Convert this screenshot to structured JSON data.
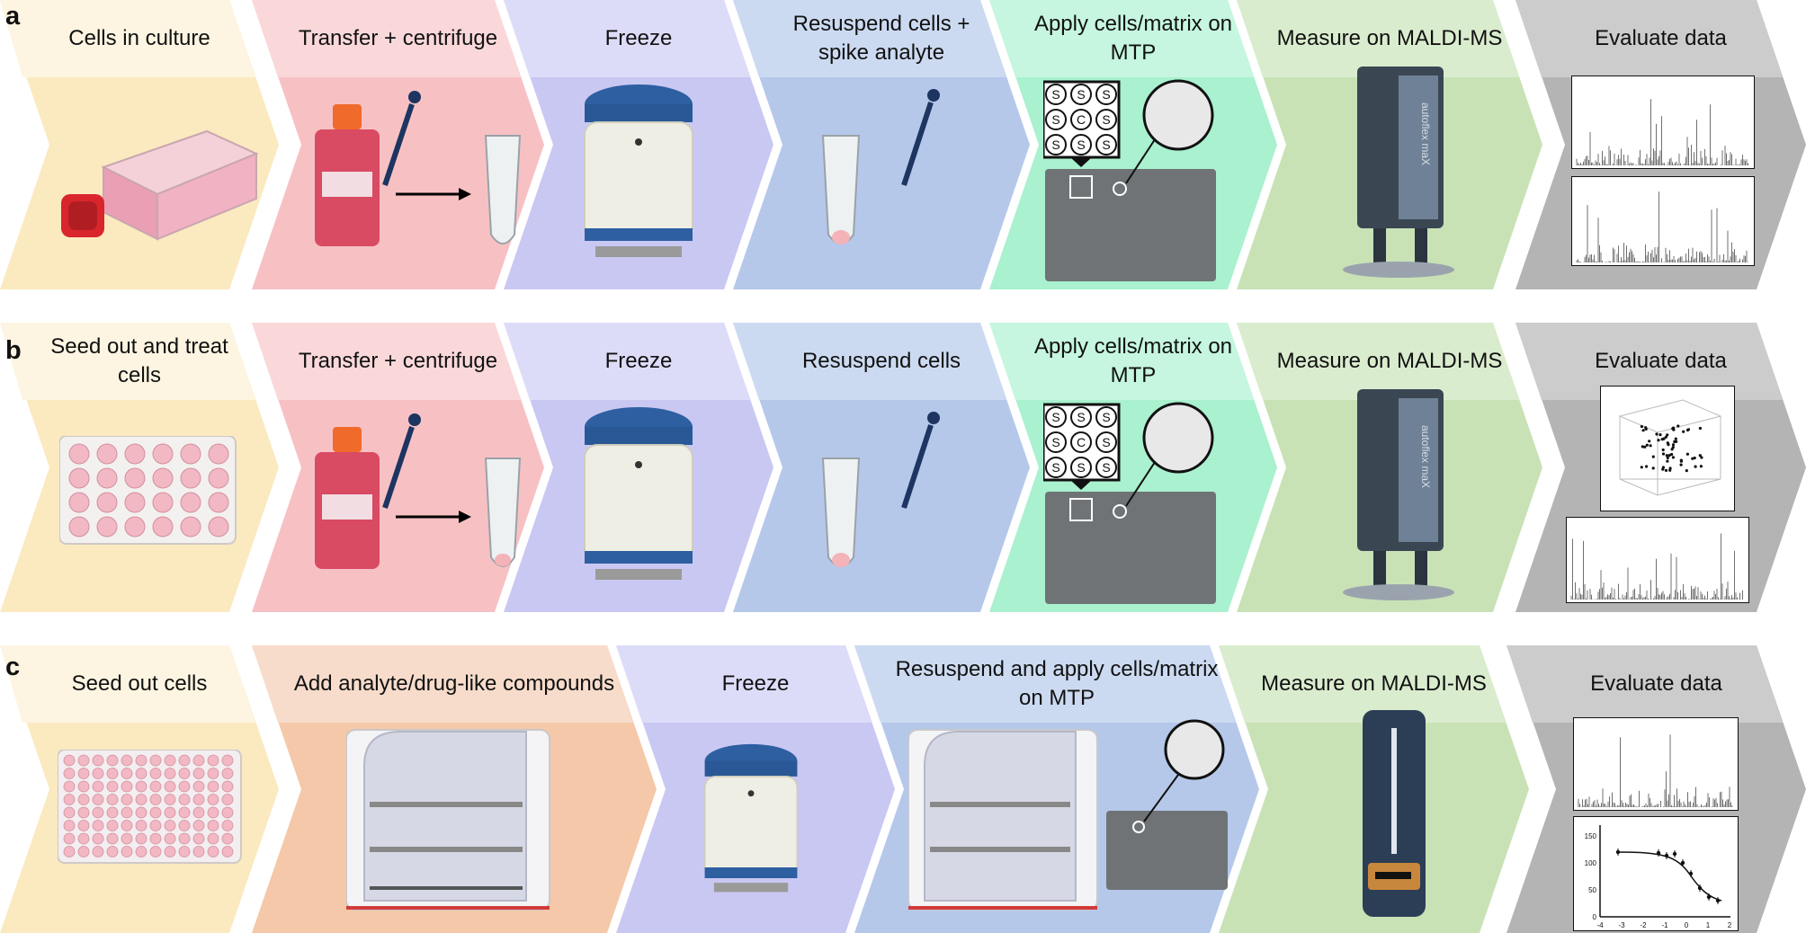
{
  "panels": [
    {
      "letter": "a",
      "steps": [
        {
          "label": "Cells in culture"
        },
        {
          "label": "Transfer + centrifuge"
        },
        {
          "label": "Freeze"
        },
        {
          "label": "Resuspend cells + spike analyte"
        },
        {
          "label": "Apply cells/matrix on MTP"
        },
        {
          "label": "Measure on MALDI-MS"
        },
        {
          "label": "Evaluate data"
        }
      ]
    },
    {
      "letter": "b",
      "steps": [
        {
          "label": "Seed out and treat cells"
        },
        {
          "label": "Transfer + centrifuge"
        },
        {
          "label": "Freeze"
        },
        {
          "label": "Resuspend cells"
        },
        {
          "label": "Apply cells/matrix on MTP"
        },
        {
          "label": "Measure on MALDI-MS"
        },
        {
          "label": "Evaluate data"
        }
      ]
    },
    {
      "letter": "c",
      "steps": [
        {
          "label": "Seed out cells"
        },
        {
          "label": "Add analyte/drug-like compounds"
        },
        {
          "label": "Freeze"
        },
        {
          "label": "Resuspend and apply cells/matrix on MTP"
        },
        {
          "label": "Measure on MALDI-MS"
        },
        {
          "label": "Evaluate data"
        }
      ]
    }
  ],
  "colors": {
    "culture": "#fbe9c0",
    "transfer": "#f7c1c4",
    "add_compounds": "#f4c8a8",
    "freeze": "#c9c8f3",
    "resuspend": "#b5c8ea",
    "apply": "#a9f1cf",
    "measure": "#c8e2b6",
    "evaluate": "#b4b4b4"
  },
  "grid_letters": [
    "S",
    "S",
    "S",
    "S",
    "C",
    "S",
    "S",
    "S",
    "S"
  ],
  "instrument_text": "autoflex maX",
  "dose_response": {
    "x_ticks": [
      "-4",
      "-3",
      "-2",
      "-1",
      "0",
      "1",
      "2"
    ],
    "y_ticks": [
      "0",
      "50",
      "100",
      "150"
    ]
  }
}
